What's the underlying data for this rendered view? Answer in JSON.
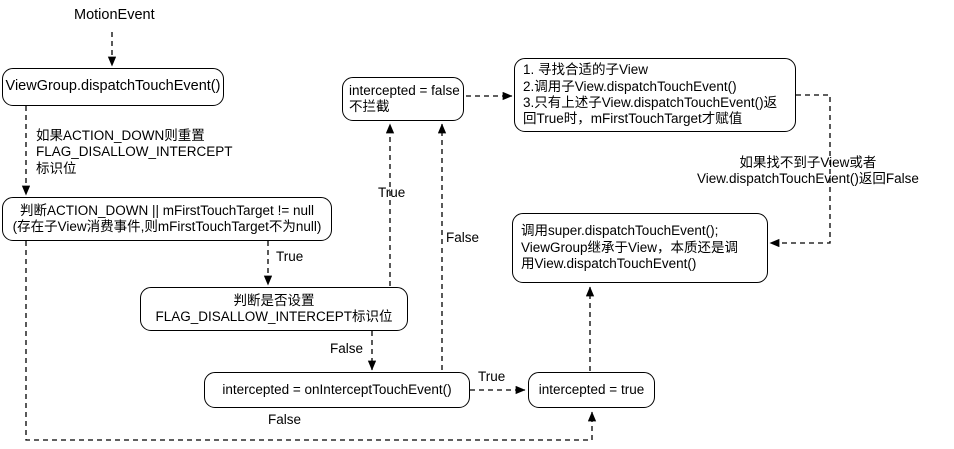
{
  "diagram": {
    "title": "ViewGroup dispatchTouchEvent flow",
    "stroke_color": "#000000",
    "background_color": "#ffffff",
    "nodes": {
      "entry_label": "MotionEvent",
      "viewgroup_dispatch": "ViewGroup.dispatchTouchEvent()",
      "action_down_check": "判断ACTION_DOWN || mFirstTouchTarget != null\n(存在子View消费事件,则mFirstTouchTarget不为null)",
      "disallow_intercept_check": "判断是否设置\nFLAG_DISALLOW_INTERCEPT标识位",
      "on_intercept": "intercepted = onInterceptTouchEvent()",
      "intercepted_false": "intercepted = false\n不拦截",
      "intercepted_true": "intercepted = true",
      "find_child_steps": "1. 寻找合适的子View\n2.调用子View.dispatchTouchEvent()\n3.只有上述子View.dispatchTouchEvent()返\n回True时，mFirstTouchTarget才赋值",
      "super_dispatch": "调用super.dispatchTouchEvent();\nViewGroup继承于View，本质还是调\n用View.dispatchTouchEvent()"
    },
    "edge_labels": {
      "reset_flag": "如果ACTION_DOWN则重置\nFLAG_DISALLOW_INTERCEPT\n标识位",
      "action_down_true": "True",
      "disallow_false": "False",
      "intercept_true": "True",
      "intercept_false_bottom": "False",
      "disallow_true_up": "True",
      "on_intercept_false_up": "False",
      "child_not_found": "如果找不到子View或者\nView.dispatchTouchEvent()返回False"
    }
  }
}
